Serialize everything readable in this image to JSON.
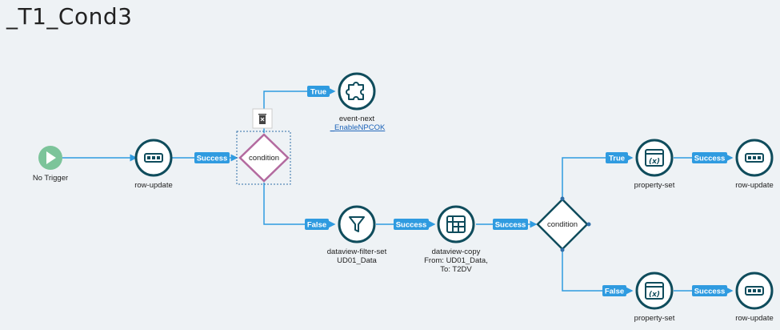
{
  "title": "_T1_Cond3",
  "trigger": {
    "label": "No Trigger"
  },
  "nodes": {
    "row_update_1": "row-update",
    "condition_1": "condition",
    "event_next": "event-next",
    "event_next_link": "_EnableNPCOK",
    "filter_set": "dataview-filter-set",
    "filter_set_sub": "UD01_Data",
    "dataview_copy": "dataview-copy",
    "dataview_copy_sub1": "From: UD01_Data,",
    "dataview_copy_sub2": "To: T2DV",
    "condition_2": "condition",
    "property_set_1": "property-set",
    "row_update_2": "row-update",
    "property_set_2": "property-set",
    "row_update_3": "row-update"
  },
  "edges": {
    "success": "Success",
    "true": "True",
    "false": "False"
  },
  "icons": {
    "trigger": "play-icon",
    "row_update": "row-update-icon",
    "event_next": "puzzle-icon",
    "filter": "filter-icon",
    "copy": "table-icon",
    "property": "variable-icon",
    "delete": "trash-icon"
  },
  "colors": {
    "node_stroke": "#0f4c5c",
    "edge": "#2f9be0",
    "trigger": "#7cc49a",
    "selected": "#b36a9f"
  }
}
